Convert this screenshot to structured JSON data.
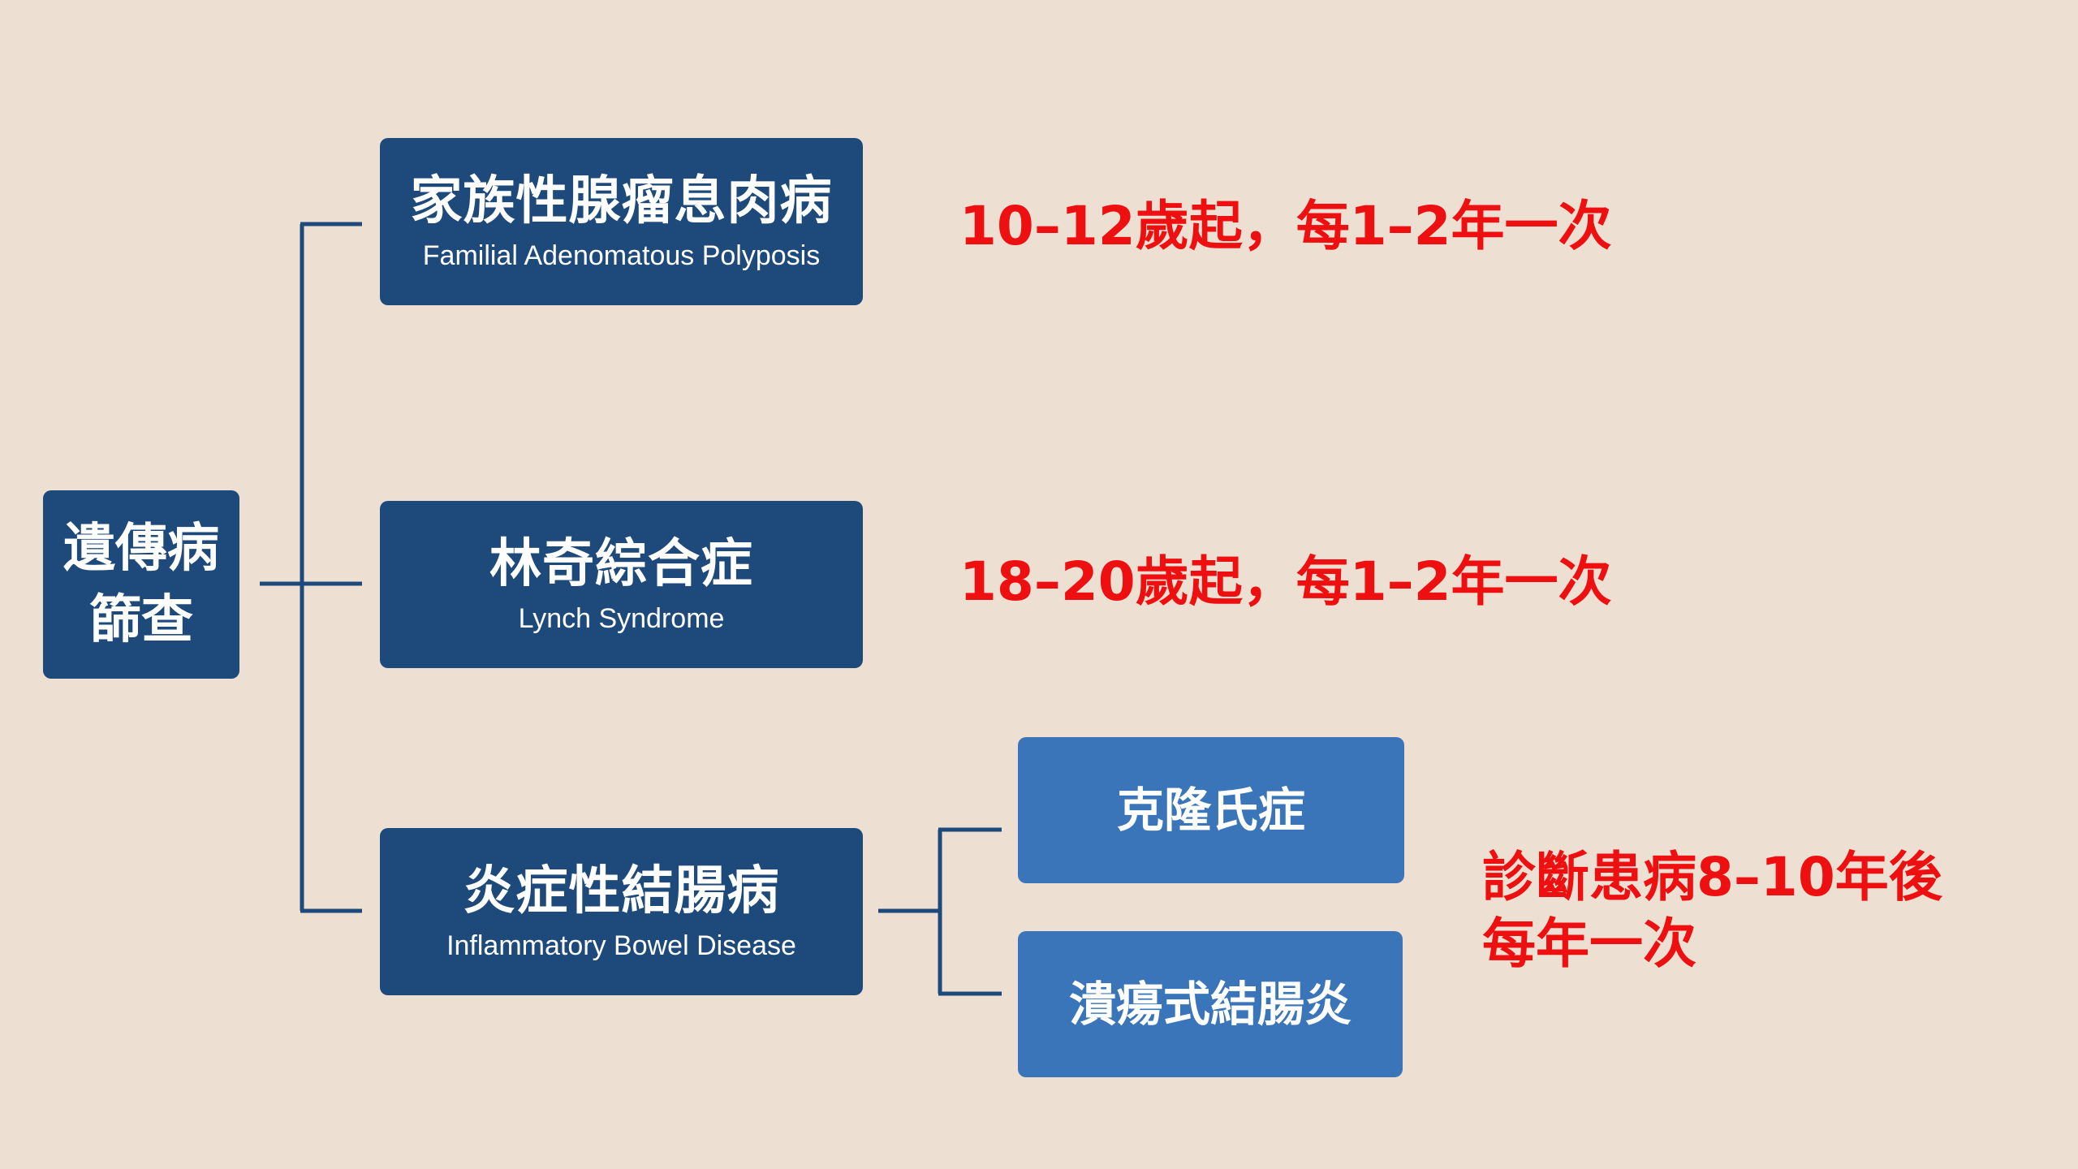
{
  "root": {
    "label": "遺傳病\n篩查"
  },
  "conditions": [
    {
      "zh": "家族性腺瘤息肉病",
      "en": "Familial Adenomatous Polyposis",
      "note": "10–12歲起，每1–2年一次"
    },
    {
      "zh": "林奇綜合症",
      "en": "Lynch Syndrome",
      "note": "18–20歲起，每1–2年一次"
    },
    {
      "zh": "炎症性結腸病",
      "en": "Inflammatory Bowel Disease",
      "note": "診斷患病8–10年後\n每年一次",
      "subtypes": [
        {
          "zh": "克隆氏症"
        },
        {
          "zh": "潰瘍式結腸炎"
        }
      ]
    }
  ],
  "colors": {
    "background": "#eedfd3",
    "primary_box": "#1e4a7b",
    "secondary_box": "#3a75b9",
    "connector": "#1e4a7b",
    "note_text": "#ee1010"
  }
}
